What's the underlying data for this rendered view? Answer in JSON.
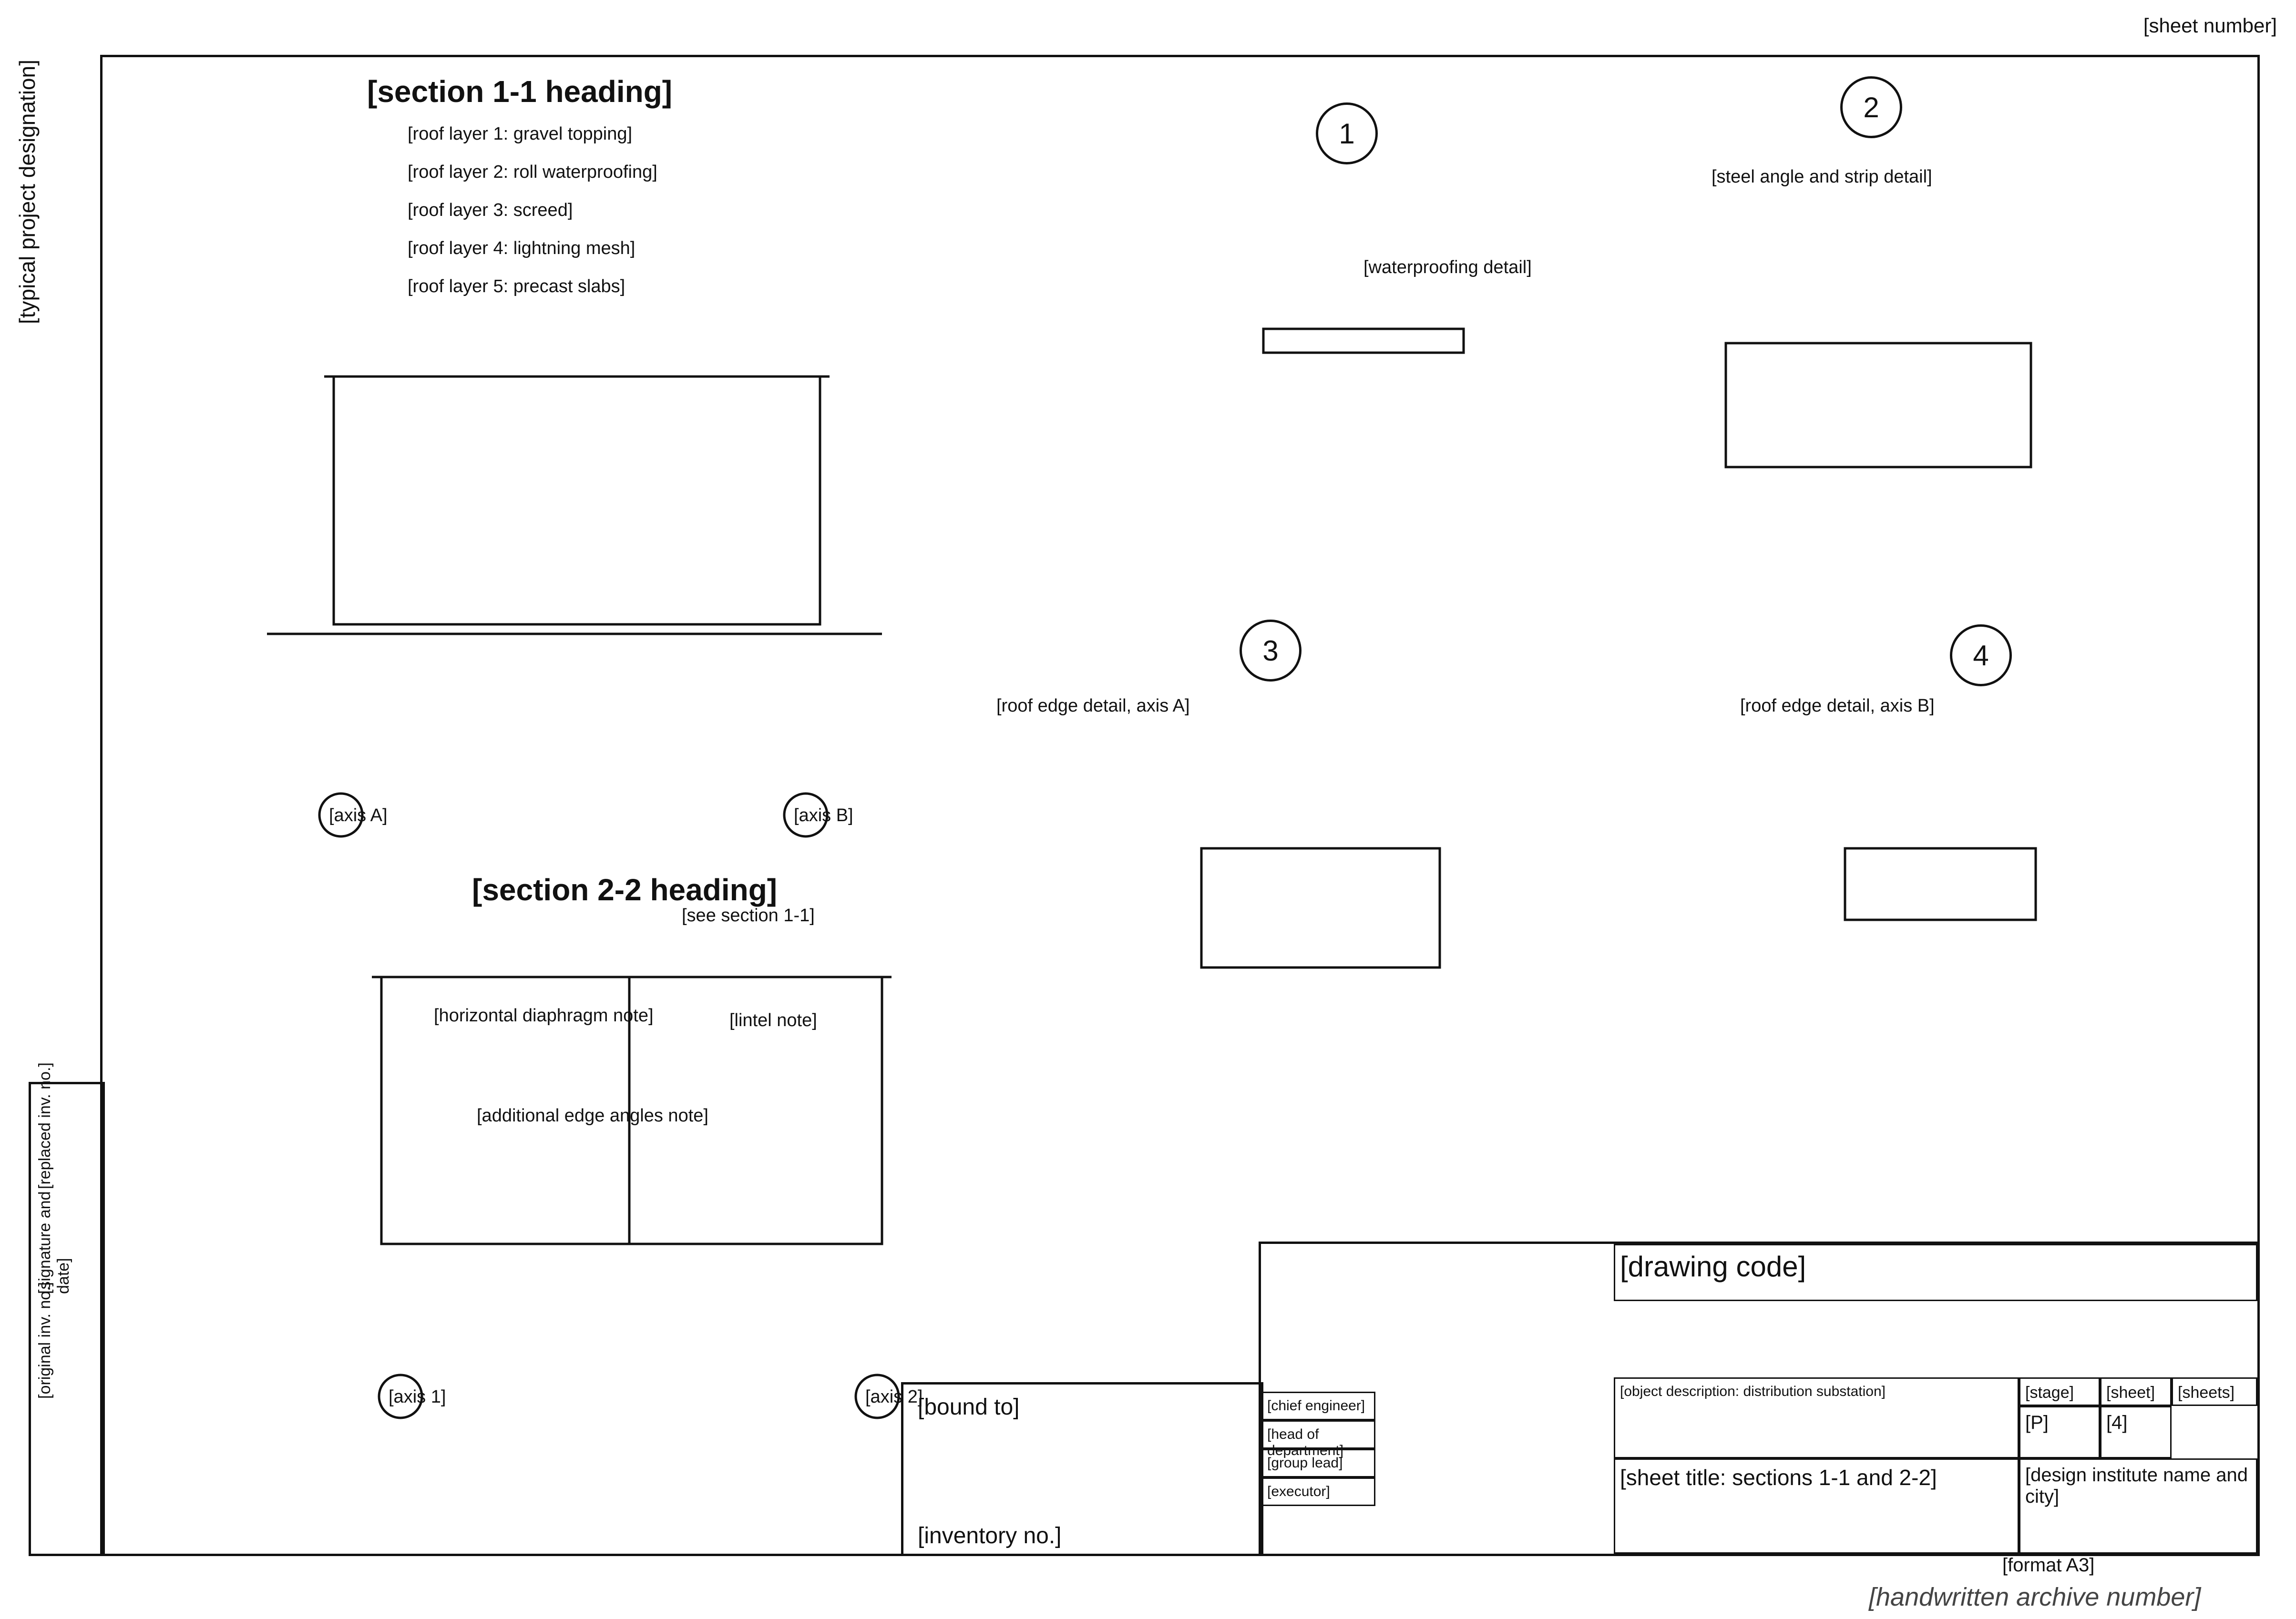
{
  "sheet": {
    "page_number_label": "[sheet number]",
    "side_caption": "[typical project designation]"
  },
  "section_1": {
    "title": "[section 1-1 heading]",
    "layers": [
      "[roof layer 1: gravel topping]",
      "[roof layer 2: roll waterproofing]",
      "[roof layer 3: screed]",
      "[roof layer 4: lightning mesh]",
      "[roof layer 5: precast slabs]"
    ],
    "axis_left": "[axis A]",
    "axis_right": "[axis B]"
  },
  "section_2": {
    "title": "[section 2-2 heading]",
    "reference_note": "[see section 1-1]",
    "notes": [
      "[horizontal diaphragm note]",
      "[additional edge angles note]",
      "[lintel note]"
    ],
    "axis_left": "[axis 1]",
    "axis_right": "[axis 2]"
  },
  "nodes": {
    "n1": {
      "mark": "1",
      "caption": "[waterproofing detail]"
    },
    "n2": {
      "mark": "2",
      "caption": "[steel angle and strip detail]"
    },
    "n3": {
      "mark": "3",
      "caption": "[roof edge detail, axis A]"
    },
    "n4": {
      "mark": "4",
      "caption": "[roof edge detail, axis B]"
    }
  },
  "binding": {
    "label": "[bound to]",
    "inventory_label": "[inventory no.]"
  },
  "stamp": {
    "code": "[drawing code]",
    "description": "[object description: distribution substation]",
    "sheet_title": "[sheet title: sections 1-1 and 2-2]",
    "stage_label": "[stage]",
    "stage_value": "[P]",
    "sheet_label": "[sheet]",
    "sheet_value": "[4]",
    "sheets_label": "[sheets]",
    "organization": "[design institute name and city]",
    "format_label": "[format A3]",
    "roles": [
      "[chief engineer]",
      "[head of department]",
      "[group lead]",
      "[executor]"
    ]
  },
  "side_strip": {
    "cells": [
      "[replaced inv. no.]",
      "[signature and date]",
      "[original inv. no.]"
    ]
  },
  "footer_handwritten": "[handwritten archive number]"
}
